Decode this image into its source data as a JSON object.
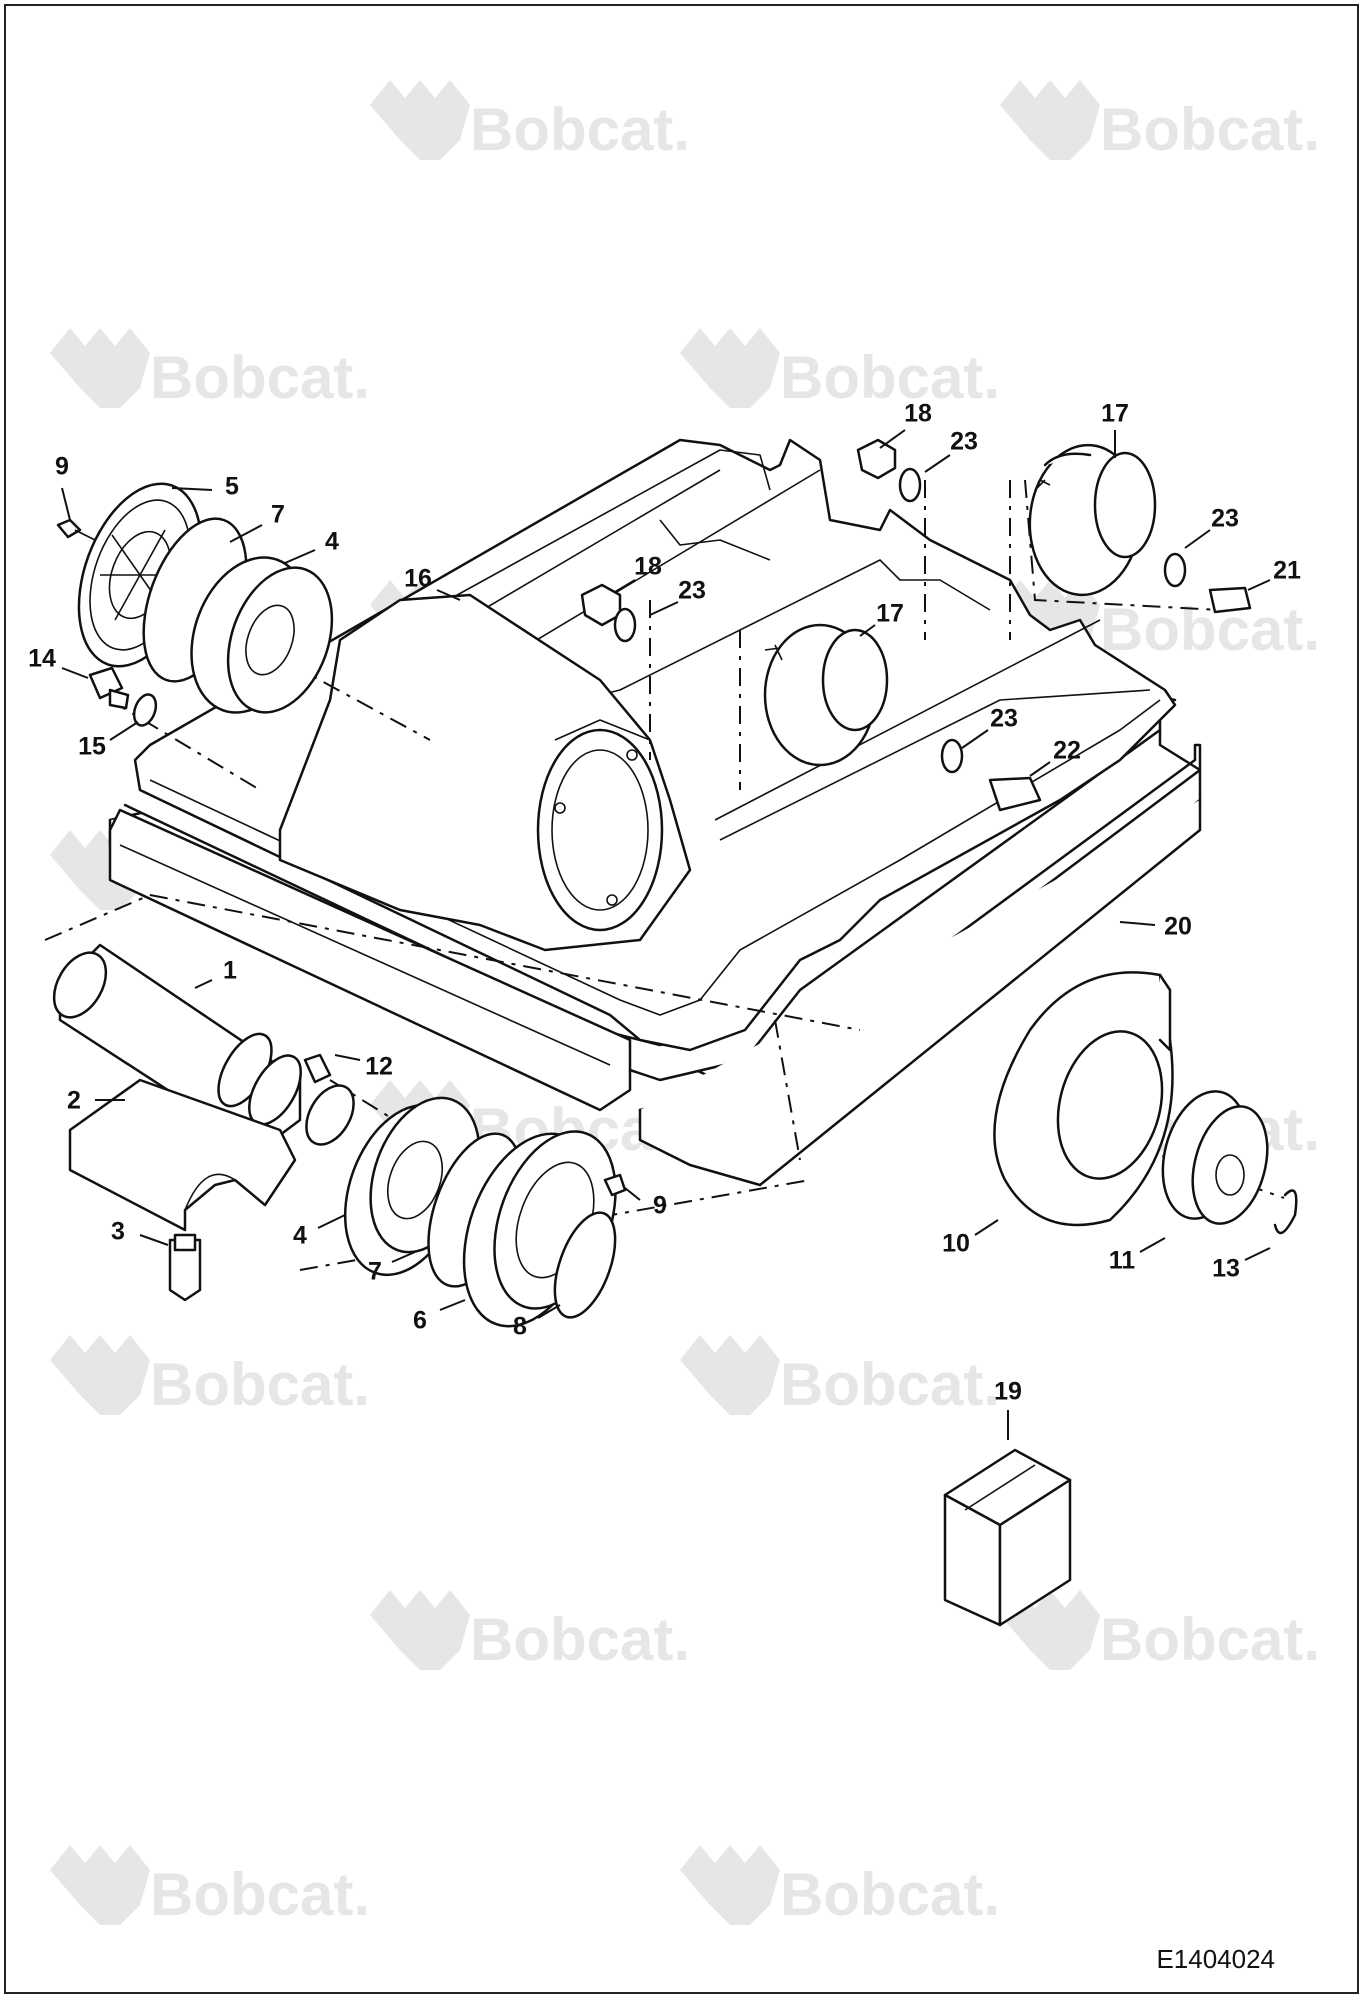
{
  "watermark": {
    "brand": "Bobcat.",
    "logo_icon": "bobcat-head-logo-icon",
    "color": "#e6e6e6"
  },
  "diagram_id": "E1404024",
  "callouts": [
    "9",
    "5",
    "7",
    "4",
    "16",
    "18",
    "23",
    "17",
    "23",
    "21",
    "18",
    "23",
    "17",
    "14",
    "15",
    "23",
    "22",
    "20",
    "1",
    "12",
    "2",
    "9",
    "3",
    "4",
    "7",
    "6",
    "8",
    "10",
    "11",
    "13",
    "19"
  ],
  "colors": {
    "line": "#111111",
    "background": "#ffffff"
  }
}
